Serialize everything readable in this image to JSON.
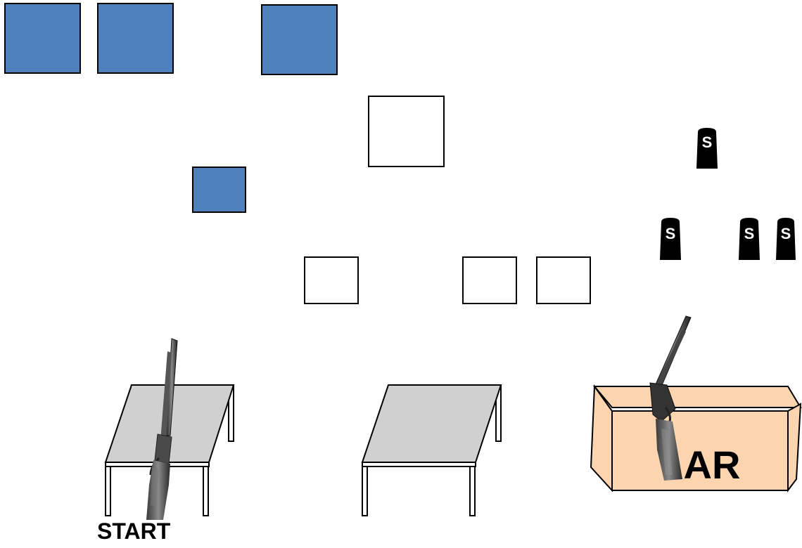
{
  "targets": {
    "filled_color": "#4f81bd",
    "empty_color": "#ffffff",
    "outline_color": "#000000",
    "items": [
      {
        "id": "target-1",
        "state": "filled"
      },
      {
        "id": "target-2",
        "state": "filled"
      },
      {
        "id": "target-3",
        "state": "filled"
      },
      {
        "id": "target-4",
        "state": "empty"
      },
      {
        "id": "target-5",
        "state": "filled"
      },
      {
        "id": "target-6",
        "state": "empty"
      },
      {
        "id": "target-7",
        "state": "empty"
      },
      {
        "id": "target-8",
        "state": "empty"
      }
    ]
  },
  "bags": {
    "letter": "S",
    "color": "#000000",
    "count": 4
  },
  "tables": {
    "top_color": "#d0d0d0",
    "count": 2
  },
  "start": {
    "label": "START"
  },
  "box": {
    "label": "AR",
    "color": "#fcd5b0"
  },
  "icons": [
    "rifle-icon",
    "shotgun-icon",
    "money-bag-icon",
    "table-icon",
    "box-icon"
  ]
}
